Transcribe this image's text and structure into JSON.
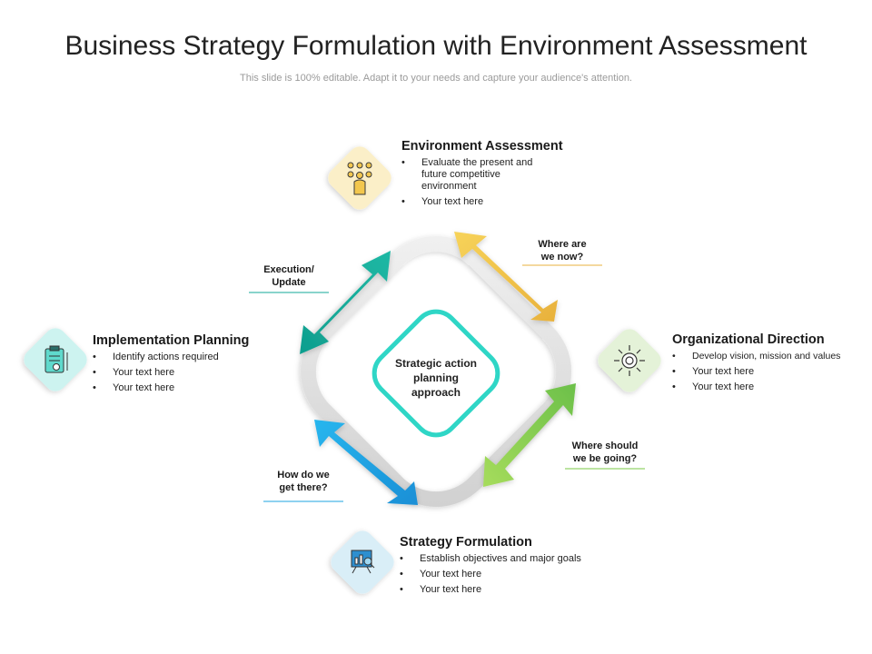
{
  "title": "Business Strategy Formulation with Environment Assessment",
  "subtitle": "This slide is 100% editable. Adapt it to your needs and capture your audience's attention.",
  "center": {
    "line1": "Strategic action",
    "line2": "planning",
    "line3": "approach"
  },
  "blocks": {
    "environment": {
      "heading": "Environment Assessment",
      "bullets": [
        "Evaluate the present and future competitive environment",
        "Your text here"
      ],
      "icon": "people-network-icon"
    },
    "organizational": {
      "heading": "Organizational Direction",
      "bullets": [
        "Develop vision, mission and values",
        "Your text here",
        "Your text here"
      ],
      "icon": "target-arrows-icon"
    },
    "strategy": {
      "heading": "Strategy Formulation",
      "bullets": [
        "Establish objectives and major goals",
        "Your text here",
        "Your text here"
      ],
      "icon": "presentation-board-icon"
    },
    "implementation": {
      "heading": "Implementation Planning",
      "bullets": [
        "Identify actions required",
        "Your text here",
        "Your text here"
      ],
      "icon": "clipboard-plan-icon"
    }
  },
  "questions": {
    "where_now": {
      "line1": "Where are",
      "line2": "we now?"
    },
    "where_going": {
      "line1": "Where should",
      "line2": "we be going?"
    },
    "how_there": {
      "line1": "How do we",
      "line2": "get there?"
    },
    "execution": {
      "line1": "Execution/",
      "line2": "Update"
    }
  },
  "colors": {
    "arrow_yellow": "#f0bd45",
    "arrow_green": "#7ac943",
    "arrow_blue": "#1ea6e0",
    "arrow_teal": "#13a99a",
    "center_ring": "#2fd6c6",
    "icon_bg_yellow": "#fbefc8",
    "icon_bg_green": "#e4f2d8",
    "icon_bg_blue": "#d9eef7",
    "icon_bg_teal": "#cdf3f0"
  }
}
